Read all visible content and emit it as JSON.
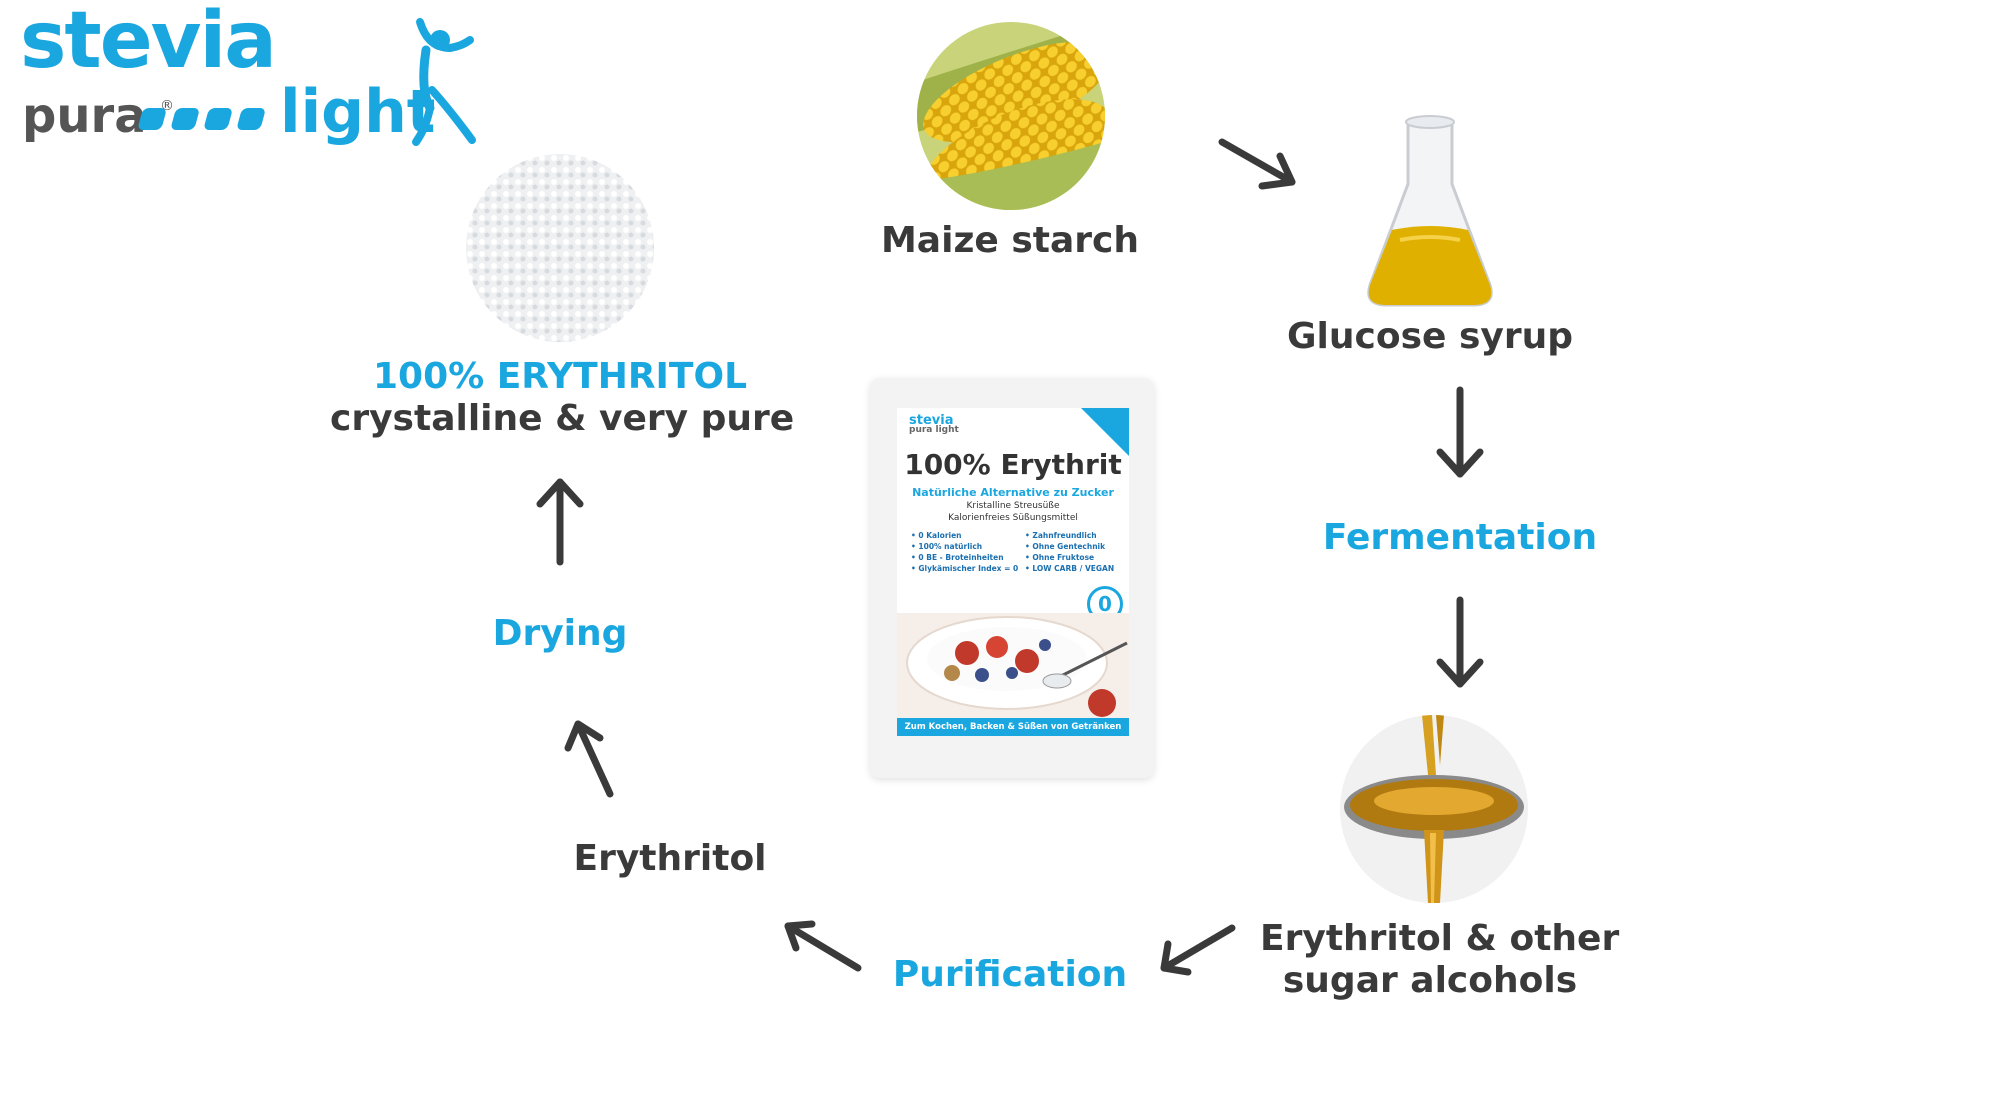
{
  "logo": {
    "line1": "stevia",
    "line2": "pura",
    "registered": "®",
    "line3": "light"
  },
  "nodes": {
    "maize_starch": "Maize starch",
    "glucose_syrup": "Glucose syrup",
    "fermentation": "Fermentation",
    "erythritol_other_line1": "Erythritol & other",
    "erythritol_other_line2": "sugar alcohols",
    "purification": "Purification",
    "erythritol": "Erythritol",
    "drying": "Drying",
    "final_line1": "100% ERYTHRITOL",
    "final_line2": "crystalline & very pure"
  },
  "package": {
    "brand_line1": "stevia",
    "brand_line2": "pura light",
    "title": "100% Erythrit",
    "subtitle": "Natürliche Alternative zu Zucker",
    "line2": "Kristalline Streusüße",
    "line3": "Kalorienfreies Süßungsmittel",
    "list_left": [
      "• 0 Kalorien",
      "• 100% natürlich",
      "• 0 BE - Broteinheiten",
      "• Glykämischer Index = 0"
    ],
    "list_right": [
      "• Zahnfreundlich",
      "• Ohne Gentechnik",
      "• Ohne Fruktose",
      "• LOW CARB / VEGAN"
    ],
    "badge": "0",
    "footer": "Zum Kochen, Backen & Süßen von Getränken"
  },
  "colors": {
    "accent": "#1aa7e0",
    "text_dark": "#3a3a3a",
    "arrow": "#3a3a3a"
  }
}
